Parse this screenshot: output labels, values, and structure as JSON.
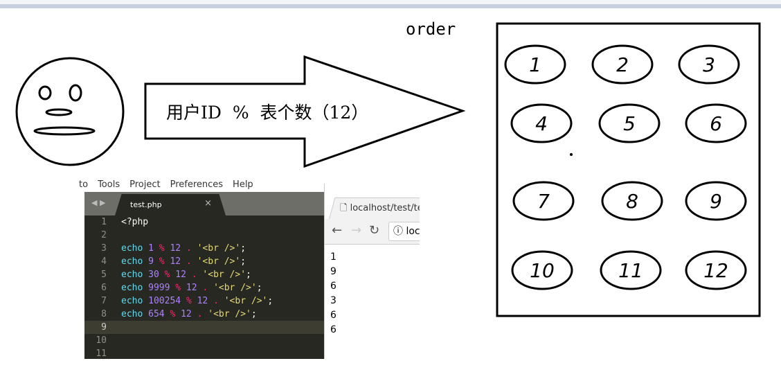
{
  "diagram": {
    "order_label": "order",
    "formula": "用户ID  %  表个数（12）",
    "table_numbers": [
      "1",
      "2",
      "3",
      "4",
      "5",
      "6",
      "7",
      "8",
      "9",
      "10",
      "11",
      "12"
    ]
  },
  "editor": {
    "menu": [
      "to",
      "Tools",
      "Project",
      "Preferences",
      "Help"
    ],
    "tab_name": "test.php",
    "close_glyph": "×",
    "lines": [
      {
        "n": "1",
        "code": [
          {
            "t": "<?php",
            "c": ""
          }
        ]
      },
      {
        "n": "2",
        "code": []
      },
      {
        "n": "3",
        "code": [
          {
            "t": "echo",
            "c": "kw"
          },
          {
            "t": " 1 ",
            "c": "num"
          },
          {
            "t": "%",
            "c": "op"
          },
          {
            "t": " 12 ",
            "c": "num"
          },
          {
            "t": ".",
            "c": "op"
          },
          {
            "t": " '<br />'",
            "c": "str"
          },
          {
            "t": ";",
            "c": ""
          }
        ]
      },
      {
        "n": "4",
        "code": [
          {
            "t": "echo",
            "c": "kw"
          },
          {
            "t": " 9 ",
            "c": "num"
          },
          {
            "t": "%",
            "c": "op"
          },
          {
            "t": " 12 ",
            "c": "num"
          },
          {
            "t": ".",
            "c": "op"
          },
          {
            "t": " '<br />'",
            "c": "str"
          },
          {
            "t": ";",
            "c": ""
          }
        ]
      },
      {
        "n": "5",
        "code": [
          {
            "t": "echo",
            "c": "kw"
          },
          {
            "t": " 30 ",
            "c": "num"
          },
          {
            "t": "%",
            "c": "op"
          },
          {
            "t": " 12 ",
            "c": "num"
          },
          {
            "t": ".",
            "c": "op"
          },
          {
            "t": " '<br />'",
            "c": "str"
          },
          {
            "t": ";",
            "c": ""
          }
        ]
      },
      {
        "n": "6",
        "code": [
          {
            "t": "echo",
            "c": "kw"
          },
          {
            "t": " 9999 ",
            "c": "num"
          },
          {
            "t": "%",
            "c": "op"
          },
          {
            "t": " 12 ",
            "c": "num"
          },
          {
            "t": ".",
            "c": "op"
          },
          {
            "t": " '<br />'",
            "c": "str"
          },
          {
            "t": ";",
            "c": ""
          }
        ]
      },
      {
        "n": "7",
        "code": [
          {
            "t": "echo",
            "c": "kw"
          },
          {
            "t": " 100254 ",
            "c": "num"
          },
          {
            "t": "%",
            "c": "op"
          },
          {
            "t": " 12 ",
            "c": "num"
          },
          {
            "t": ".",
            "c": "op"
          },
          {
            "t": " '<br />'",
            "c": "str"
          },
          {
            "t": ";",
            "c": ""
          }
        ]
      },
      {
        "n": "8",
        "code": [
          {
            "t": "echo",
            "c": "kw"
          },
          {
            "t": " 654 ",
            "c": "num"
          },
          {
            "t": "%",
            "c": "op"
          },
          {
            "t": " 12 ",
            "c": "num"
          },
          {
            "t": ".",
            "c": "op"
          },
          {
            "t": " '<br />'",
            "c": "str"
          },
          {
            "t": ";",
            "c": ""
          }
        ]
      },
      {
        "n": "9",
        "code": [],
        "current": true
      },
      {
        "n": "10",
        "code": []
      },
      {
        "n": "11",
        "code": []
      }
    ]
  },
  "browser": {
    "tab_title": "localhost/test/te",
    "url": "loc",
    "outputs": [
      "1",
      "9",
      "6",
      "3",
      "6",
      "6"
    ]
  }
}
